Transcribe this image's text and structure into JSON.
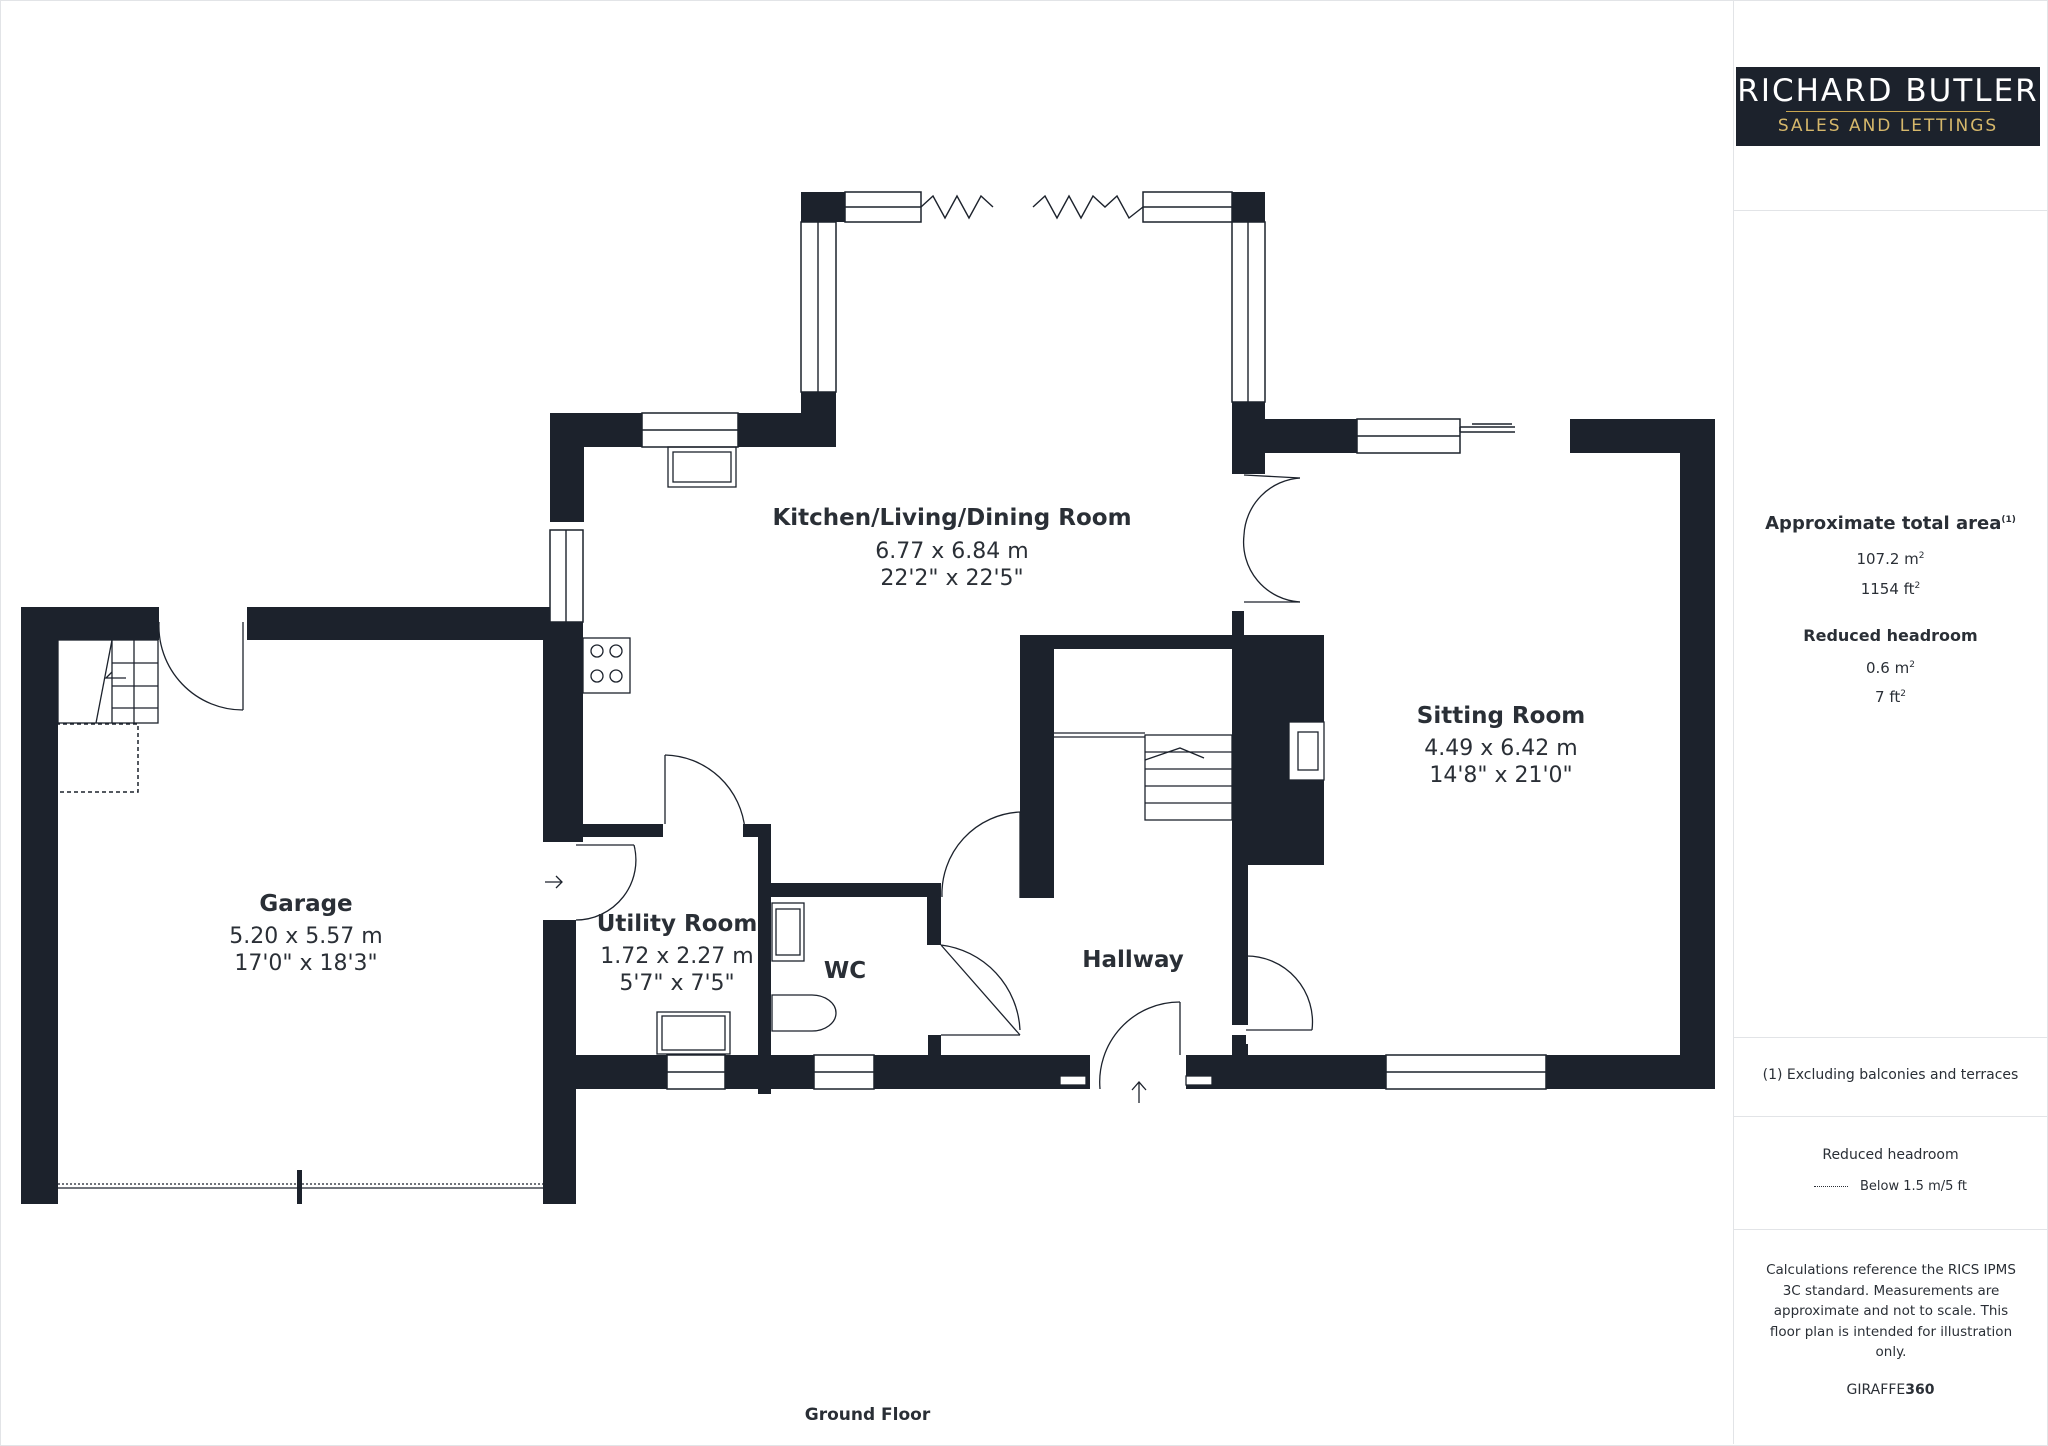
{
  "floor_label": "Ground Floor",
  "brand": {
    "logo_name": "RICHARD BUTLER",
    "logo_tagline": "SALES AND LETTINGS",
    "credit_prefix": "GIRAFFE",
    "credit_suffix": "360"
  },
  "area": {
    "title": "Approximate total area",
    "title_note": "(1)",
    "total_m2": "107.2 m",
    "total_ft2": "1154 ft",
    "squared": "2",
    "reduced_headroom_title": "Reduced headroom",
    "reduced_m2": "0.6 m",
    "reduced_ft2": "7 ft"
  },
  "footnote": "(1) Excluding balconies and terraces",
  "legend": {
    "title": "Reduced headroom",
    "item": "Below 1.5 m/5 ft"
  },
  "disclaimer": "Calculations reference the RICS IPMS 3C standard. Measurements are approximate and not to scale. This floor plan is intended for illustration only.",
  "rooms": [
    {
      "name": "Kitchen/Living/Dining Room",
      "metric": "6.77 x 6.84 m",
      "imperial": "22'2\" x 22'5\""
    },
    {
      "name": "Sitting Room",
      "metric": "4.49 x 6.42 m",
      "imperial": "14'8\" x 21'0\""
    },
    {
      "name": "Garage",
      "metric": "5.20 x 5.57 m",
      "imperial": "17'0\" x 18'3\""
    },
    {
      "name": "Utility Room",
      "metric": "1.72 x 2.27 m",
      "imperial": "5'7\" x 7'5\""
    },
    {
      "name": "WC",
      "metric": "",
      "imperial": ""
    },
    {
      "name": "Hallway",
      "metric": "",
      "imperial": ""
    }
  ],
  "colors": {
    "wall": "#1c222c",
    "logo_bg": "#1c222c",
    "logo_gold": "#c9a650",
    "text": "#2a2f36",
    "divider": "#e2e4e7"
  }
}
